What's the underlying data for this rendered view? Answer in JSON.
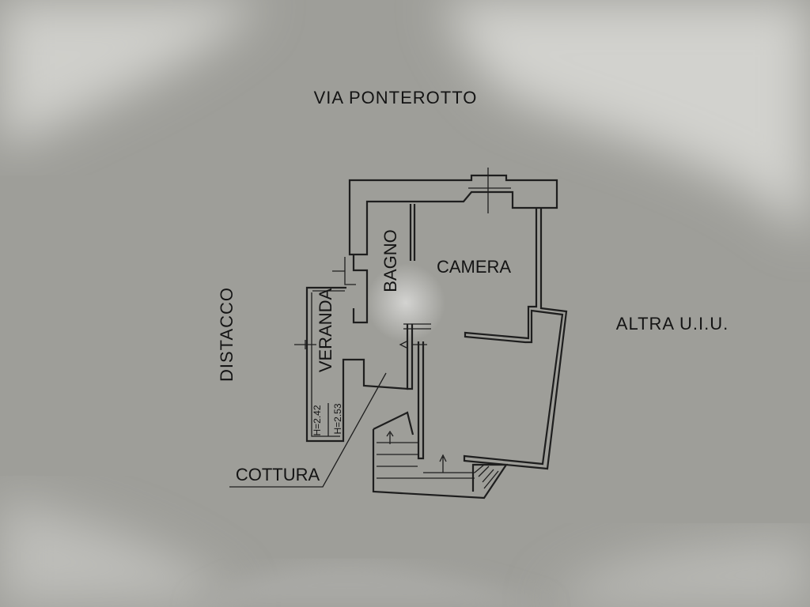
{
  "labels": {
    "street": "VIA PONTEROTTO",
    "left_side": "DISTACCO",
    "right_side": "ALTRA U.I.U.",
    "bagno": "BAGNO",
    "camera": "CAMERA",
    "veranda": "VERANDA",
    "cottura": "COTTURA",
    "height_1": "H=2.42",
    "height_2": "H=2.53"
  }
}
